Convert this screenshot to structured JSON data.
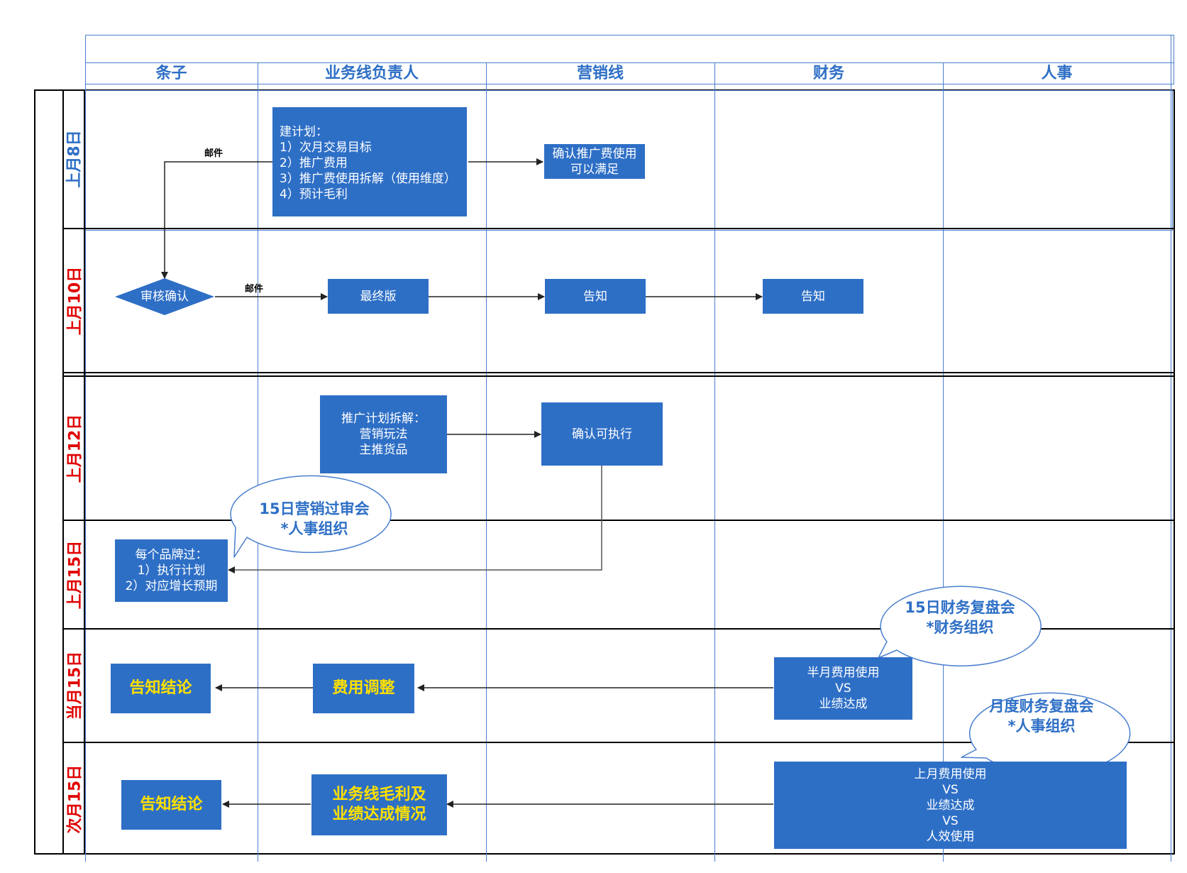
{
  "columns": [
    "条子",
    "业务线负责人",
    "营销线",
    "财务",
    "人事"
  ],
  "lanes": [
    {
      "label": "上月8日",
      "color": "#2e6fc6"
    },
    {
      "label": "上月10日",
      "color": "#e00000"
    },
    {
      "label": "上月12日",
      "color": "#e00000"
    },
    {
      "label": "上月15日",
      "color": "#e00000"
    },
    {
      "label": "当月15日",
      "color": "#e00000"
    },
    {
      "label": "次月15日",
      "color": "#e00000"
    }
  ],
  "boxes": {
    "plan": "建计划：\n1）次月交易目标\n2）推广费用\n3）推广费使用拆解（使用维度）\n4）预计毛利",
    "confirm_budget": "确认推广费使用\n可以满足",
    "review": "审核确认",
    "final_version": "最终版",
    "notify_marketing": "告知",
    "notify_finance": "告知",
    "promo_breakdown": "推广计划拆解：\n营销玩法\n主推货品",
    "confirm_exec": "确认可执行",
    "brand_review": "每个品牌过：\n1）执行计划\n2）对应增长预期",
    "notify_conclusion_1": "告知结论",
    "cost_adjust": "费用调整",
    "half_month": "半月费用使用\nVS\n业绩达成",
    "notify_conclusion_2": "告知结论",
    "margin_status": "业务线毛利及\n业绩达成情况",
    "last_month": "上月费用使用\nVS\n业绩达成\nVS\n人效使用"
  },
  "edge_labels": {
    "mail_1": "邮件",
    "mail_2": "邮件"
  },
  "bubbles": {
    "marketing_review": "15日营销过审会\n*人事组织",
    "finance_review": "15日财务复盘会\n*财务组织",
    "monthly_review": "月度财务复盘会\n*人事组织"
  },
  "colors": {
    "box": "#2e6fc6",
    "header_text": "#2e6fc6",
    "lane_red": "#e00000",
    "highlight_text": "#ffe000"
  }
}
